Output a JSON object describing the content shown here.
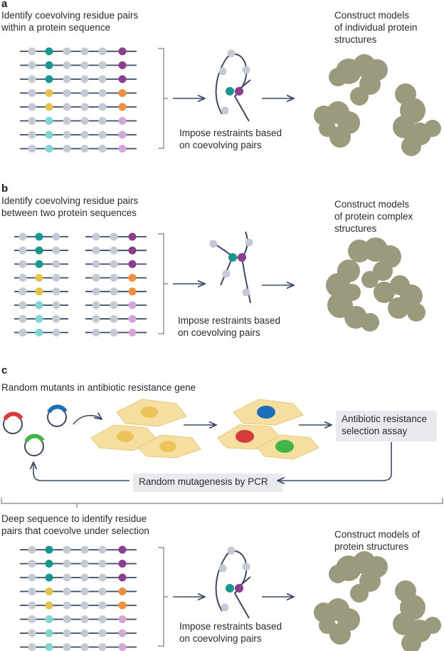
{
  "panel_a": {
    "letter": "a",
    "identify_label_1": "Identify coevolving residue pairs",
    "identify_label_2": "within a protein sequence",
    "restraints_label_1": "Impose restraints based",
    "restraints_label_2": "on coevolving pairs",
    "models_label_1": "Construct models",
    "models_label_2": "of individual protein",
    "models_label_3": "structures"
  },
  "panel_b": {
    "letter": "b",
    "identify_label_1": "Identify coevolving residue pairs",
    "identify_label_2": "between two protein sequences",
    "restraints_label_1": "Impose restraints based",
    "restraints_label_2": "on coevolving pairs",
    "models_label_1": "Construct models",
    "models_label_2": "of protein complex",
    "models_label_3": "structures"
  },
  "panel_c": {
    "letter": "c",
    "mutants_label": "Random mutants in antibiotic resistance gene",
    "assay_label_1": "Antibiotic resistance",
    "assay_label_2": "selection assay",
    "mutagenesis_label": "Random mutagenesis by PCR",
    "deep_seq_label_1": "Deep sequence to identify residue",
    "deep_seq_label_2": "pairs that coevolve under selection",
    "restraints_label_1": "Impose restraints based",
    "restraints_label_2": "on coevolving pairs",
    "models_label_1": "Construct models of",
    "models_label_2": "protein structures"
  },
  "colors": {
    "line": "#3d4a66",
    "bead_grey": "#c5c9d6",
    "teal_dark": "#15988f",
    "teal_light": "#7fd6d1",
    "yellow": "#e8c14a",
    "purple_dark": "#8c3d8f",
    "orange": "#f0903a",
    "purple_light": "#d6a6d8",
    "cell_fill": "#f6deA0",
    "cell_nucleus": "#ebc45a",
    "blob": "#9c9a7c",
    "blue": "#1a6fb8",
    "red": "#d63b3b",
    "green": "#3fb54a"
  }
}
